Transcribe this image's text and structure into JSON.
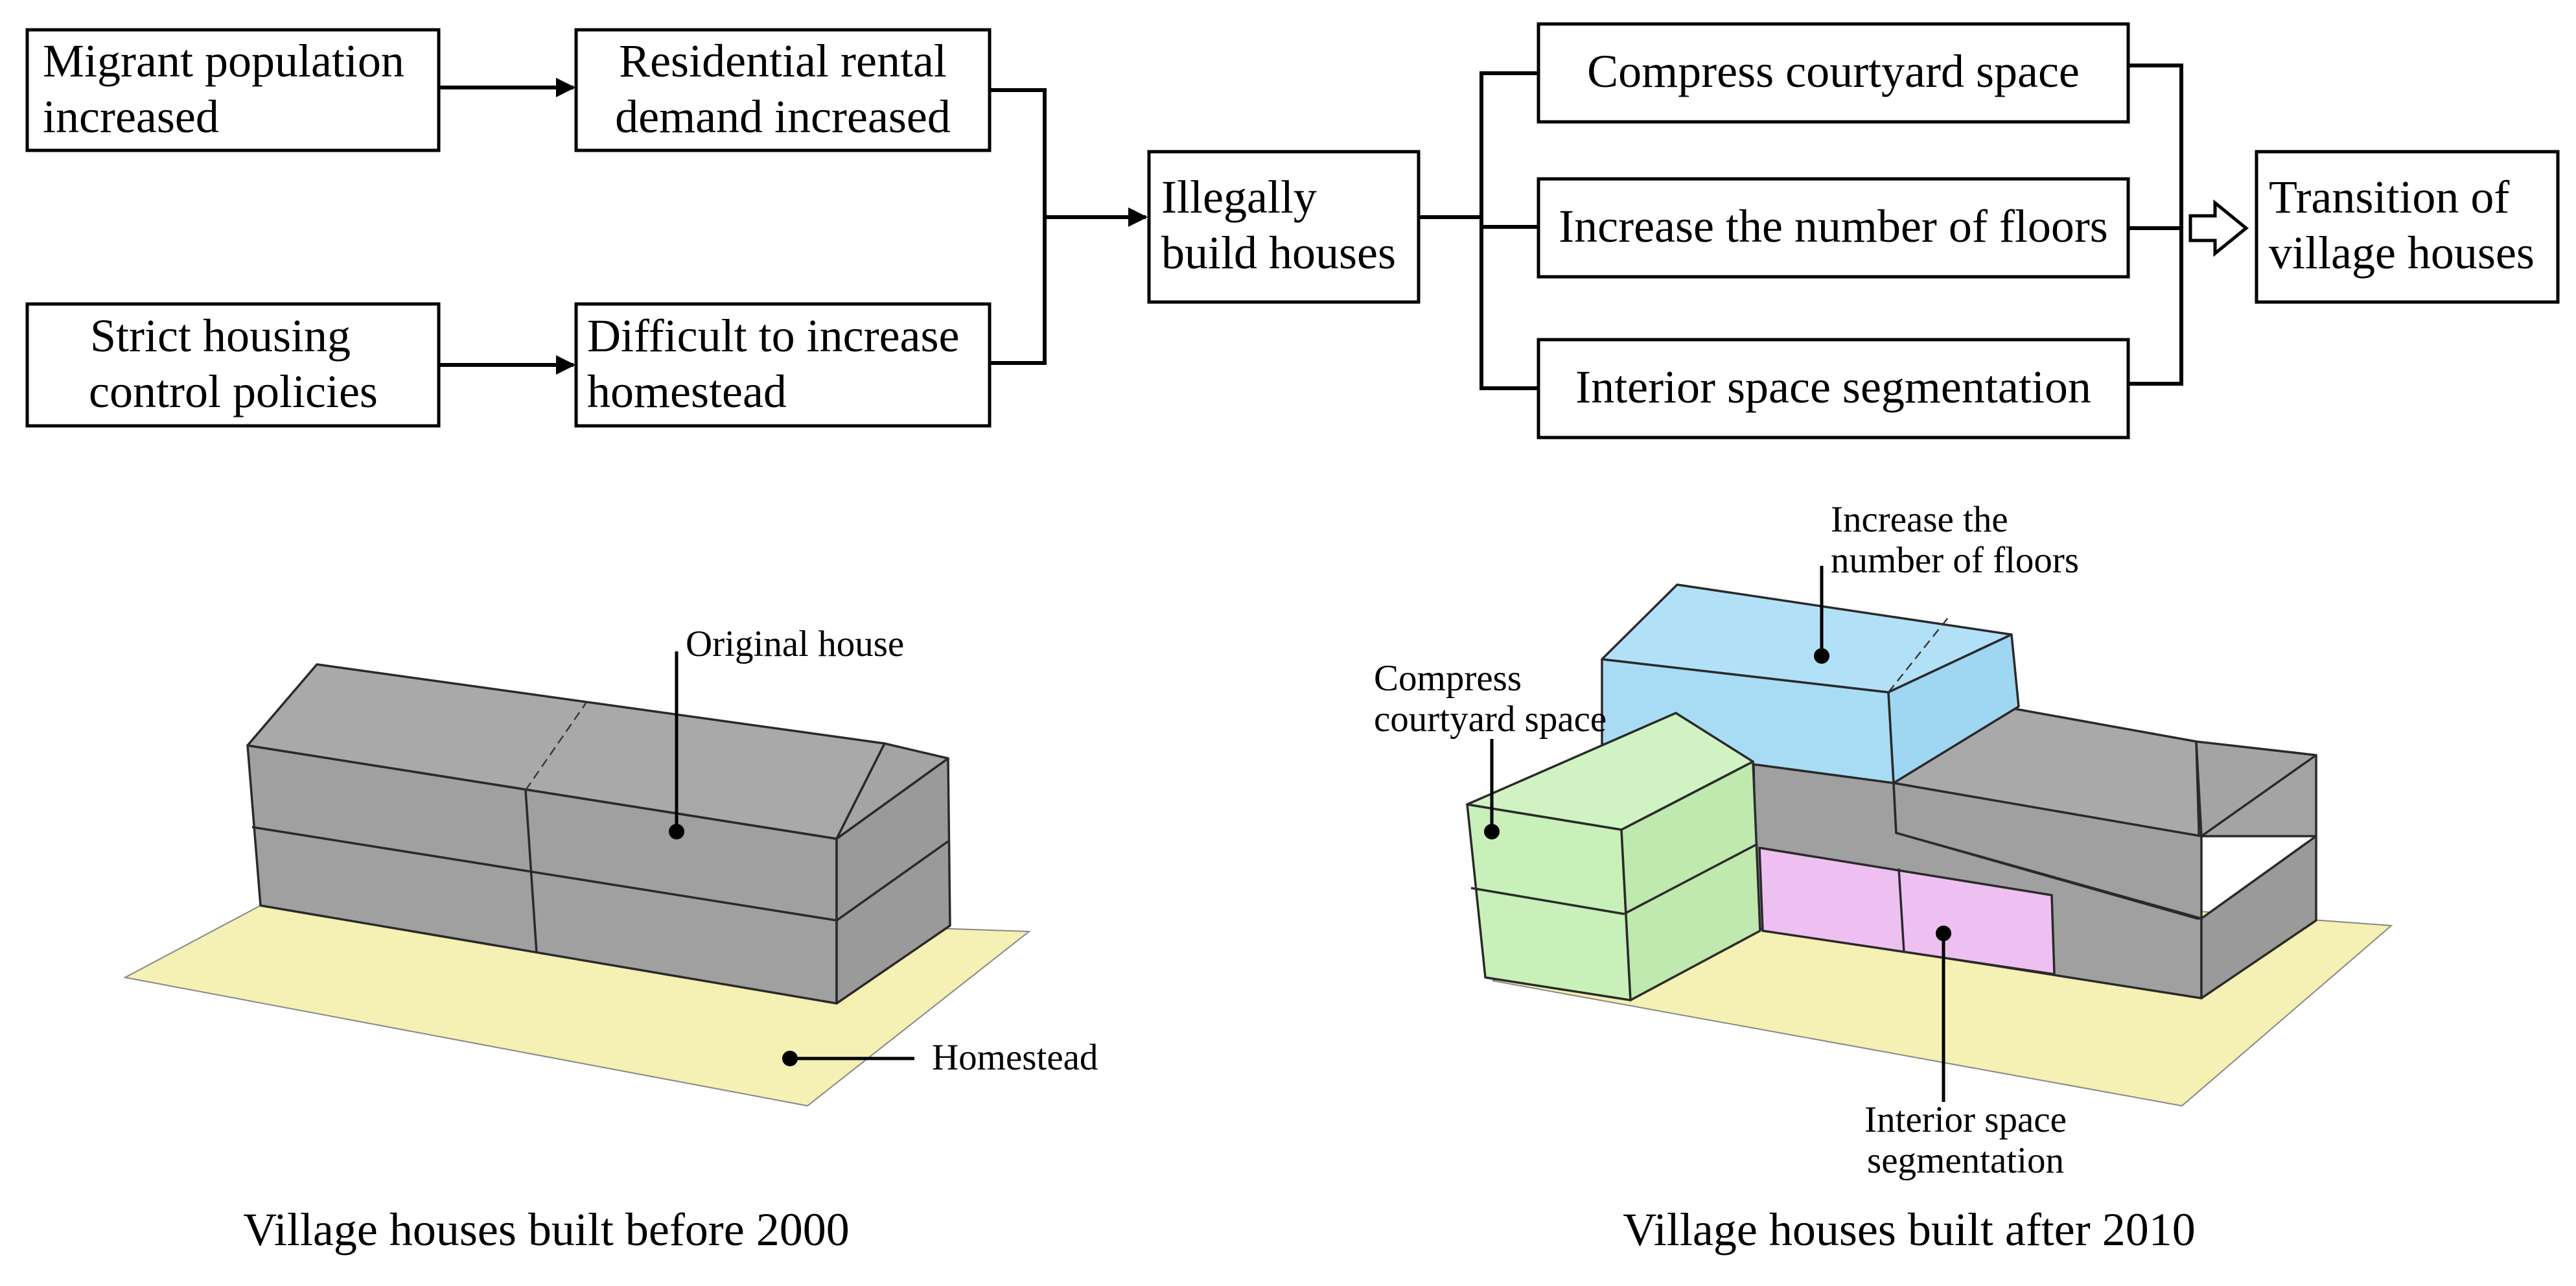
{
  "flowchart": {
    "migrant": [
      "Migrant population",
      "increased"
    ],
    "rental": [
      "Residential rental",
      "demand increased"
    ],
    "policy": [
      "Strict housing",
      "control policies"
    ],
    "homestead_increase": [
      "Difficult to increase",
      "homestead"
    ],
    "illegal": [
      "Illegally",
      "build houses"
    ],
    "compress": "Compress courtyard space",
    "floors": "Increase the number of floors",
    "interior": "Interior space segmentation",
    "transition": [
      "Transition of",
      "village houses"
    ]
  },
  "illustration_left": {
    "original_house": "Original house",
    "homestead": "Homestead",
    "caption": "Village houses built before 2000"
  },
  "illustration_right": {
    "floors": [
      "Increase the",
      "number of floors"
    ],
    "compress": [
      "Compress",
      "courtyard space"
    ],
    "interior": [
      "Interior space",
      "segmentation"
    ],
    "caption": "Village houses built after 2010"
  },
  "colors": {
    "ground": "#f5f0b3",
    "wall": "#a0a0a0",
    "roof": "#a9a9a9",
    "added_floor": "#a8dcf5",
    "courtyard_addition": "#c8f0b8",
    "partition": "#eec0f2"
  }
}
